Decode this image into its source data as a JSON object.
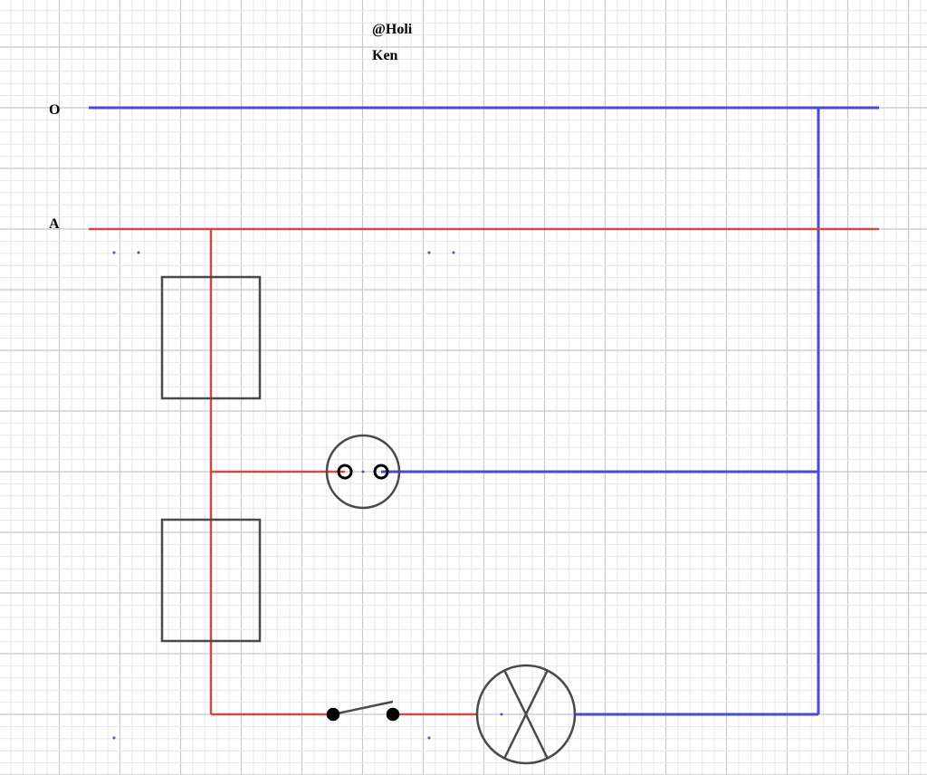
{
  "watermark": {
    "line1": "@Holi",
    "line2": "Ken"
  },
  "rails": {
    "neutral_label": "O",
    "phase_label": "A"
  },
  "colors": {
    "neutral": "#4a4ad8",
    "phase": "#d04a4a",
    "component": "#4a4a4a",
    "grid_minor": "#e6e6e6",
    "grid_major": "#c8c8c8"
  }
}
